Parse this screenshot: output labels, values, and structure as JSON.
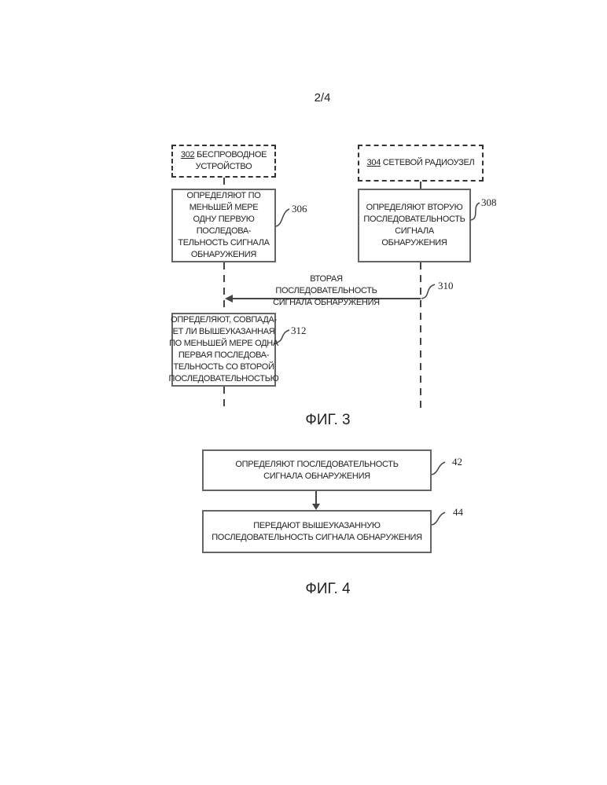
{
  "page_number": "2/4",
  "fig3": {
    "caption": "ФИГ. 3",
    "actor_left": {
      "ref": "302",
      "label": "БЕСПРОВОДНОЕ УСТРОЙСТВО"
    },
    "actor_right": {
      "ref": "304",
      "label": "СЕТЕВОЙ РАДИОУЗЕЛ"
    },
    "step_306": {
      "ref": "306",
      "text": "ОПРЕДЕЛЯЮТ ПО МЕНЬШЕЙ МЕРЕ ОДНУ ПЕРВУЮ ПОСЛЕДОВА-ТЕЛЬНОСТЬ СИГНАЛА ОБНАРУЖЕНИЯ"
    },
    "step_308": {
      "ref": "308",
      "text": "ОПРЕДЕЛЯЮТ ВТОРУЮ ПОСЛЕДОВАТЕЛЬНОСТЬ СИГНАЛА ОБНАРУЖЕНИЯ"
    },
    "message_310": {
      "ref": "310",
      "text": "ВТОРАЯ ПОСЛЕДОВАТЕЛЬНОСТЬ СИГНАЛА ОБНАРУЖЕНИЯ"
    },
    "step_312": {
      "ref": "312",
      "text": "ОПРЕДЕЛЯЮТ, СОВПАДА-ЕТ ЛИ ВЫШЕУКАЗАННАЯ ПО МЕНЬШЕЙ МЕРЕ ОДНА ПЕРВАЯ ПОСЛЕДОВА-ТЕЛЬНОСТЬ СО ВТОРОЙ ПОСЛЕДОВАТЕЛЬНОСТЬЮ"
    }
  },
  "fig4": {
    "caption": "ФИГ. 4",
    "step_42": {
      "ref": "42",
      "text": "ОПРЕДЕЛЯЮТ ПОСЛЕДОВАТЕЛЬНОСТЬ СИГНАЛА ОБНАРУЖЕНИЯ"
    },
    "step_44": {
      "ref": "44",
      "text": "ПЕРЕДАЮТ ВЫШЕУКАЗАННУЮ ПОСЛЕДОВАТЕЛЬНОСТЬ СИГНАЛА ОБНАРУЖЕНИЯ"
    }
  }
}
